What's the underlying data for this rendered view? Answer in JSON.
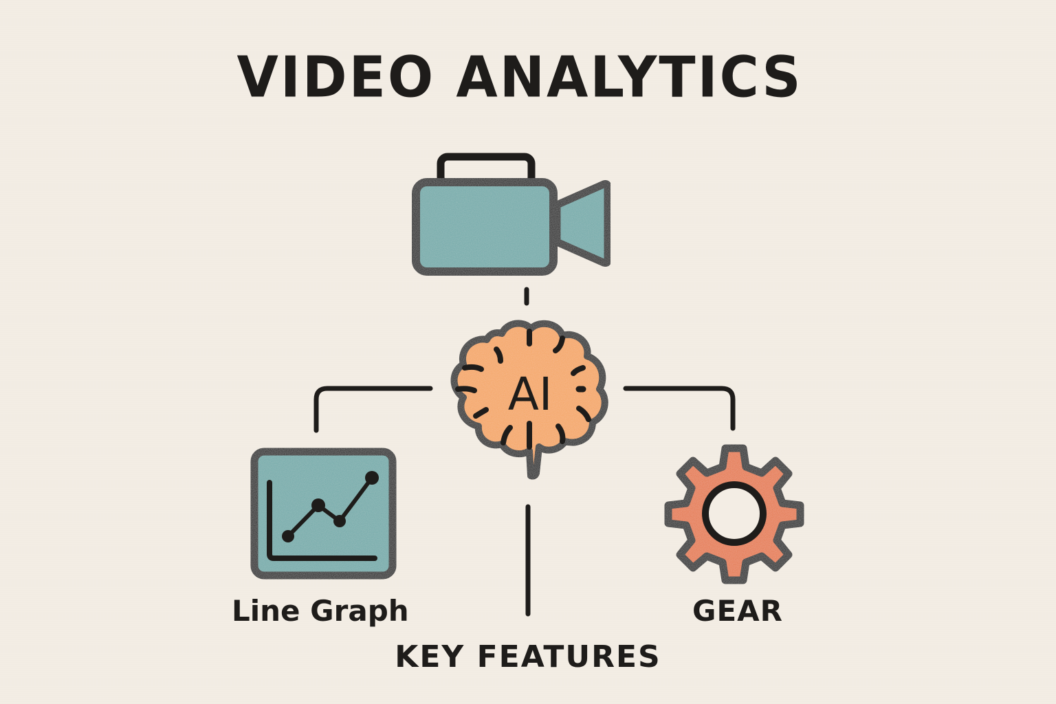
{
  "title": "VIDEO ANALYTICS",
  "colors": {
    "background": "#f3ede4",
    "ink": "#1e1c1a",
    "teal": "#6fa9a8",
    "orange_light": "#f4a45e",
    "orange_dark": "#e57848"
  },
  "nodes": {
    "camera": {
      "icon": "video-camera-icon"
    },
    "brain": {
      "icon": "brain-icon",
      "text": "AI"
    },
    "line_graph": {
      "icon": "line-graph-icon",
      "label": "Line Graph"
    },
    "gear": {
      "icon": "gear-icon",
      "label": "GEAR"
    }
  },
  "footer": {
    "label": "KEY FEATURES"
  }
}
